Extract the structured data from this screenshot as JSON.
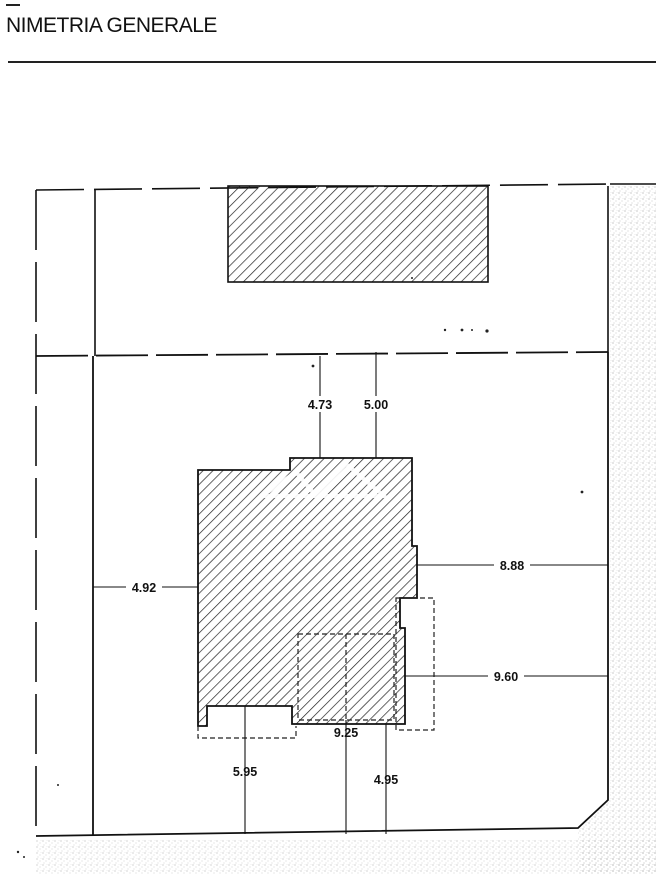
{
  "title": "NIMETRIA GENERALE",
  "dimensions": {
    "d_4_73": "4.73",
    "d_5_00": "5.00",
    "d_4_92": "4.92",
    "d_8_88": "8.88",
    "d_9_60": "9.60",
    "d_9_25": "9.25",
    "d_5_95": "5.95",
    "d_4_95": "4.95"
  }
}
